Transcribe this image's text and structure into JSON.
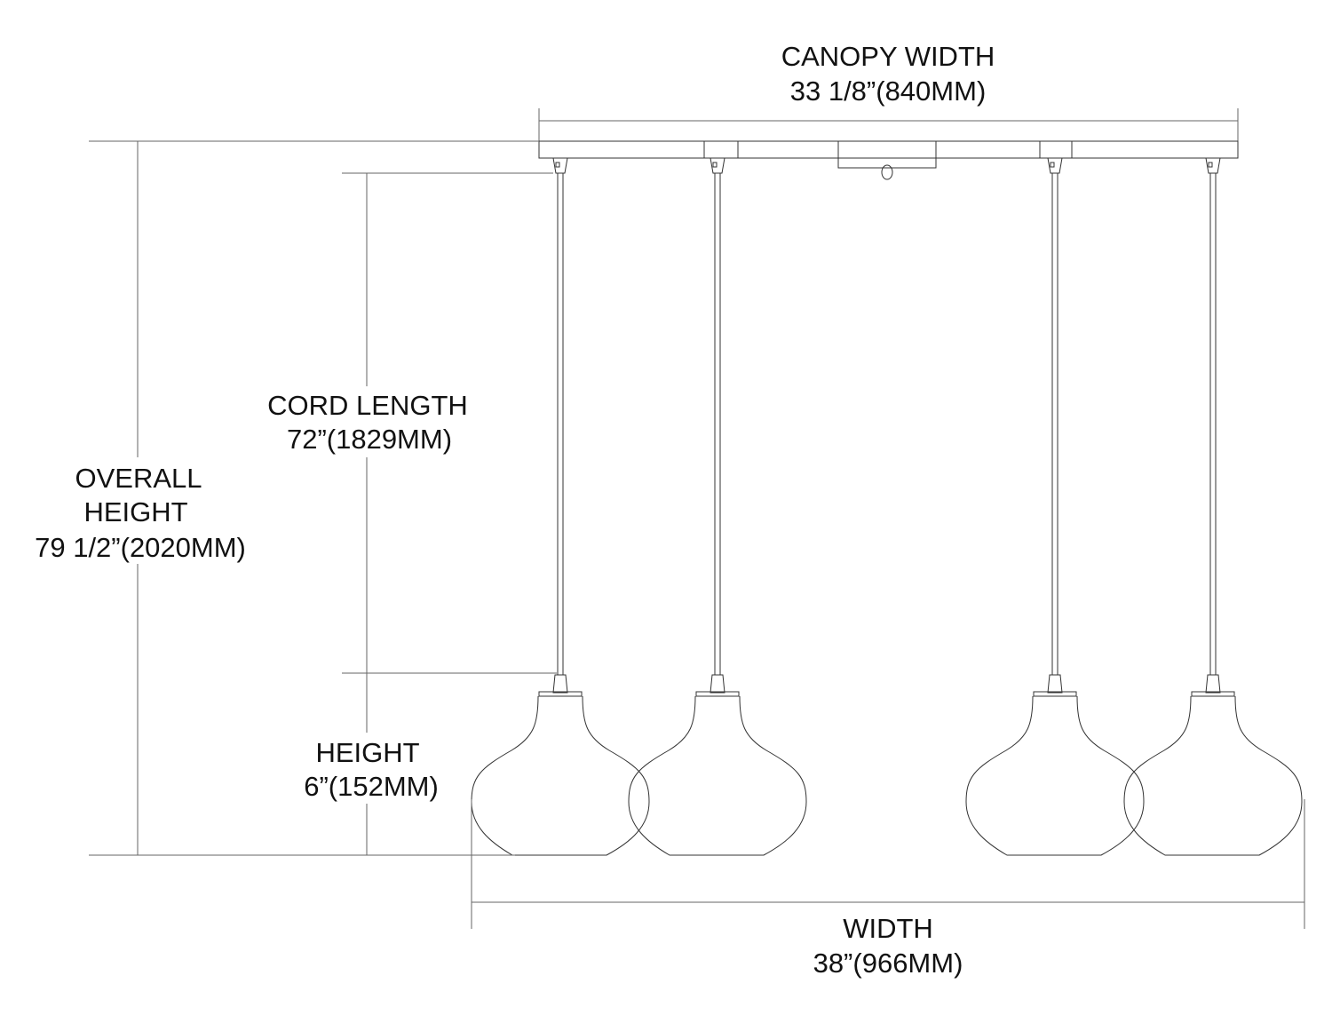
{
  "dimensions": {
    "canopy_width": {
      "label": "CANOPY WIDTH",
      "value": "33 1/8”(840MM)"
    },
    "cord_length": {
      "label": "CORD LENGTH",
      "value": "72”(1829MM)"
    },
    "overall_height": {
      "label_line1": "OVERALL",
      "label_line2": "HEIGHT",
      "value": "79 1/2”(2020MM)"
    },
    "height": {
      "label": "HEIGHT",
      "value": "6”(152MM)"
    },
    "width": {
      "label": "WIDTH",
      "value": "38”(966MM)"
    }
  },
  "pendant_count": 4
}
